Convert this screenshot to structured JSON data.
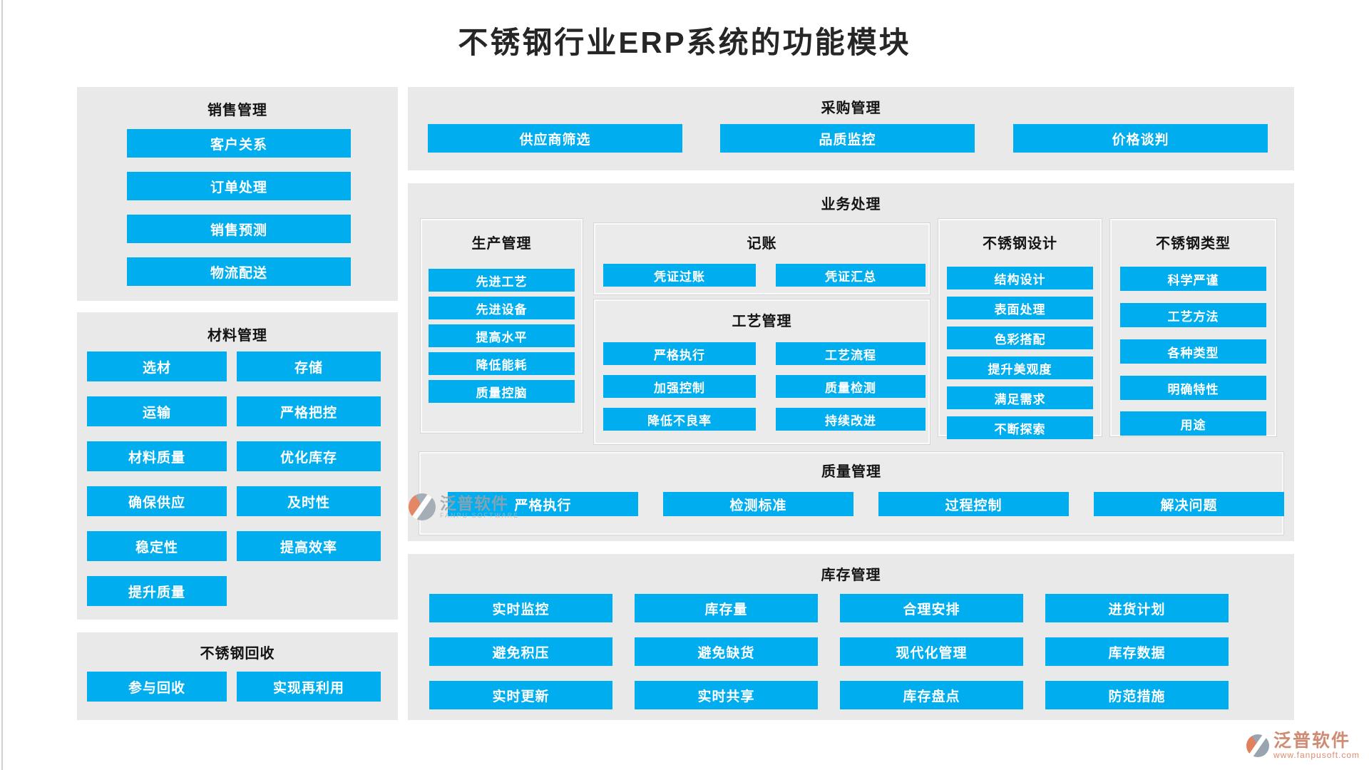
{
  "title": "不锈钢行业ERP系统的功能模块",
  "colors": {
    "accent": "#00AEEF",
    "panel_bg": "#E9E9E9",
    "title_text": "#262626",
    "button_text": "#FFFFFF"
  },
  "watermark_center": {
    "name": "泛普软件",
    "sub": "FANPU SOFTWARE"
  },
  "watermark_footer": {
    "name": "泛普软件",
    "url": "www.fanpusoft.com"
  },
  "sections": {
    "sales": {
      "title": "销售管理",
      "items": [
        "客户关系",
        "订单处理",
        "销售预测",
        "物流配送"
      ]
    },
    "material": {
      "title": "材料管理",
      "items": [
        "选材",
        "存储",
        "运输",
        "严格把控",
        "材料质量",
        "优化库存",
        "确保供应",
        "及时性",
        "稳定性",
        "提高效率",
        "提升质量"
      ]
    },
    "recycle": {
      "title": "不锈钢回收",
      "items": [
        "参与回收",
        "实现再利用"
      ]
    },
    "procurement": {
      "title": "采购管理",
      "items": [
        "供应商筛选",
        "品质监控",
        "价格谈判"
      ]
    },
    "business": {
      "title": "业务处理",
      "sub": {
        "production": {
          "title": "生产管理",
          "items": [
            "先进工艺",
            "先进设备",
            "提高水平",
            "降低能耗",
            "质量控脑"
          ]
        },
        "accounting": {
          "title": "记账",
          "items": [
            "凭证过账",
            "凭证汇总"
          ]
        },
        "process": {
          "title": "工艺管理",
          "items": [
            "严格执行",
            "工艺流程",
            "加强控制",
            "质量检测",
            "降低不良率",
            "持续改进"
          ]
        },
        "design": {
          "title": "不锈钢设计",
          "items": [
            "结构设计",
            "表面处理",
            "色彩搭配",
            "提升美观度",
            "满足需求",
            "不断探索"
          ]
        },
        "types": {
          "title": "不锈钢类型",
          "items": [
            "科学严谨",
            "工艺方法",
            "各种类型",
            "明确特性",
            "用途"
          ]
        },
        "quality": {
          "title": "质量管理",
          "items": [
            "严格执行",
            "检测标准",
            "过程控制",
            "解决问题"
          ]
        }
      }
    },
    "inventory": {
      "title": "库存管理",
      "items": [
        "实时监控",
        "库存量",
        "合理安排",
        "进货计划",
        "避免积压",
        "避免缺货",
        "现代化管理",
        "库存数据",
        "实时更新",
        "实时共享",
        "库存盘点",
        "防范措施"
      ]
    }
  }
}
